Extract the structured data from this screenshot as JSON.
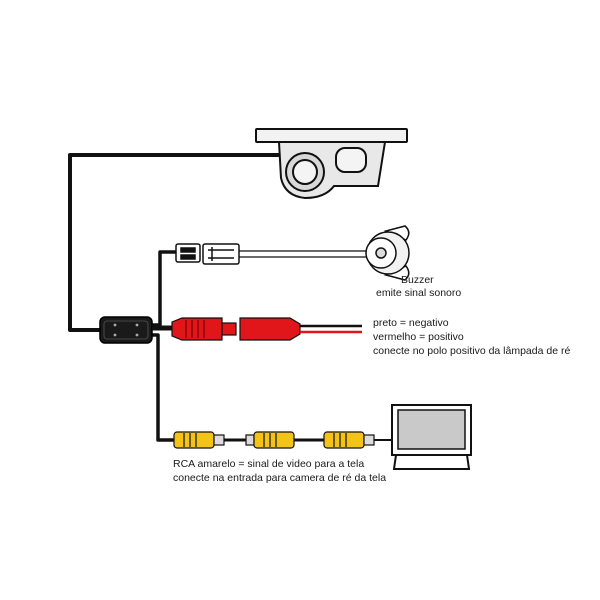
{
  "buzzer": {
    "title": "Buzzer",
    "description": "emite sinal sonoro"
  },
  "power_wires": {
    "black": "preto = negativo",
    "red": "vermelho = positivo",
    "instruction": "conecte no polo positivo da lâmpada de ré"
  },
  "video_cable": {
    "label": "RCA amarelo = sinal de video para a tela",
    "instruction": "conecte na entrada para camera de ré da tela"
  },
  "colors": {
    "wire": "#111111",
    "red": "#e0161b",
    "yellow": "#f3c318",
    "camera_body": "#e8e8e8",
    "screen": "#c9c9c9"
  }
}
